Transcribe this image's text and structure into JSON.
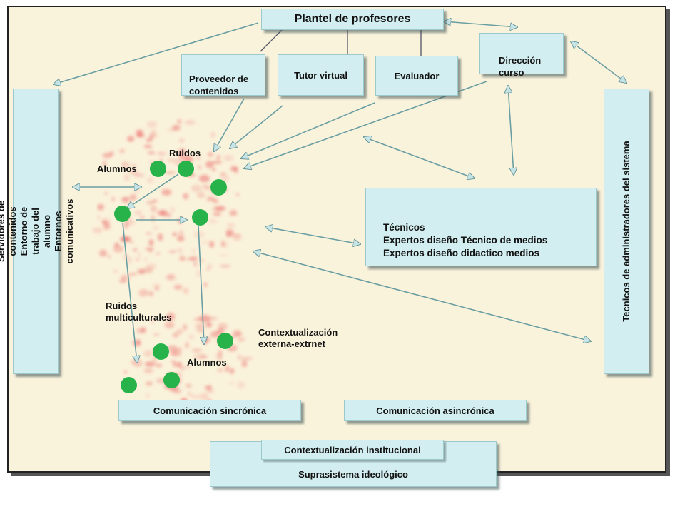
{
  "boxes": {
    "plantel": "Plantel de profesores",
    "proveedor": "Proveedor de\ncontenidos",
    "tutor": "Tutor virtual",
    "evaluador": "Evaluador",
    "direccion": "Dirección\ncurso",
    "servidores": "Servidores de contenidos\nEntorno de trabajo del alumno\nEntornos comunicativos",
    "tecnicos_admin": "Tecnicos de administradores del sistema",
    "tecnicos_expertos": "Técnicos\nExpertos diseño Técnico de medios\nExpertos diseño didactico medios",
    "com_sincronica": "Comunicación sincrónica",
    "com_asincronica": "Comunicación asincrónica",
    "contextualizacion_institucional": "Contextualización institucional",
    "suprasistema": "Suprasistema ideológico"
  },
  "labels": {
    "ruidos": "Ruidos",
    "alumnos_top": "Alumnos",
    "ruidos_multiculturales": "Ruidos\nmulticulturales",
    "contextualizacion_externa": "Contextualización\nexterna-extrnet",
    "alumnos_bottom": "Alumnos"
  },
  "colors": {
    "box_fill": "#d2eef0",
    "background": "#faf3dc",
    "student_dot": "#27b34a",
    "noise": "#e8585a"
  }
}
